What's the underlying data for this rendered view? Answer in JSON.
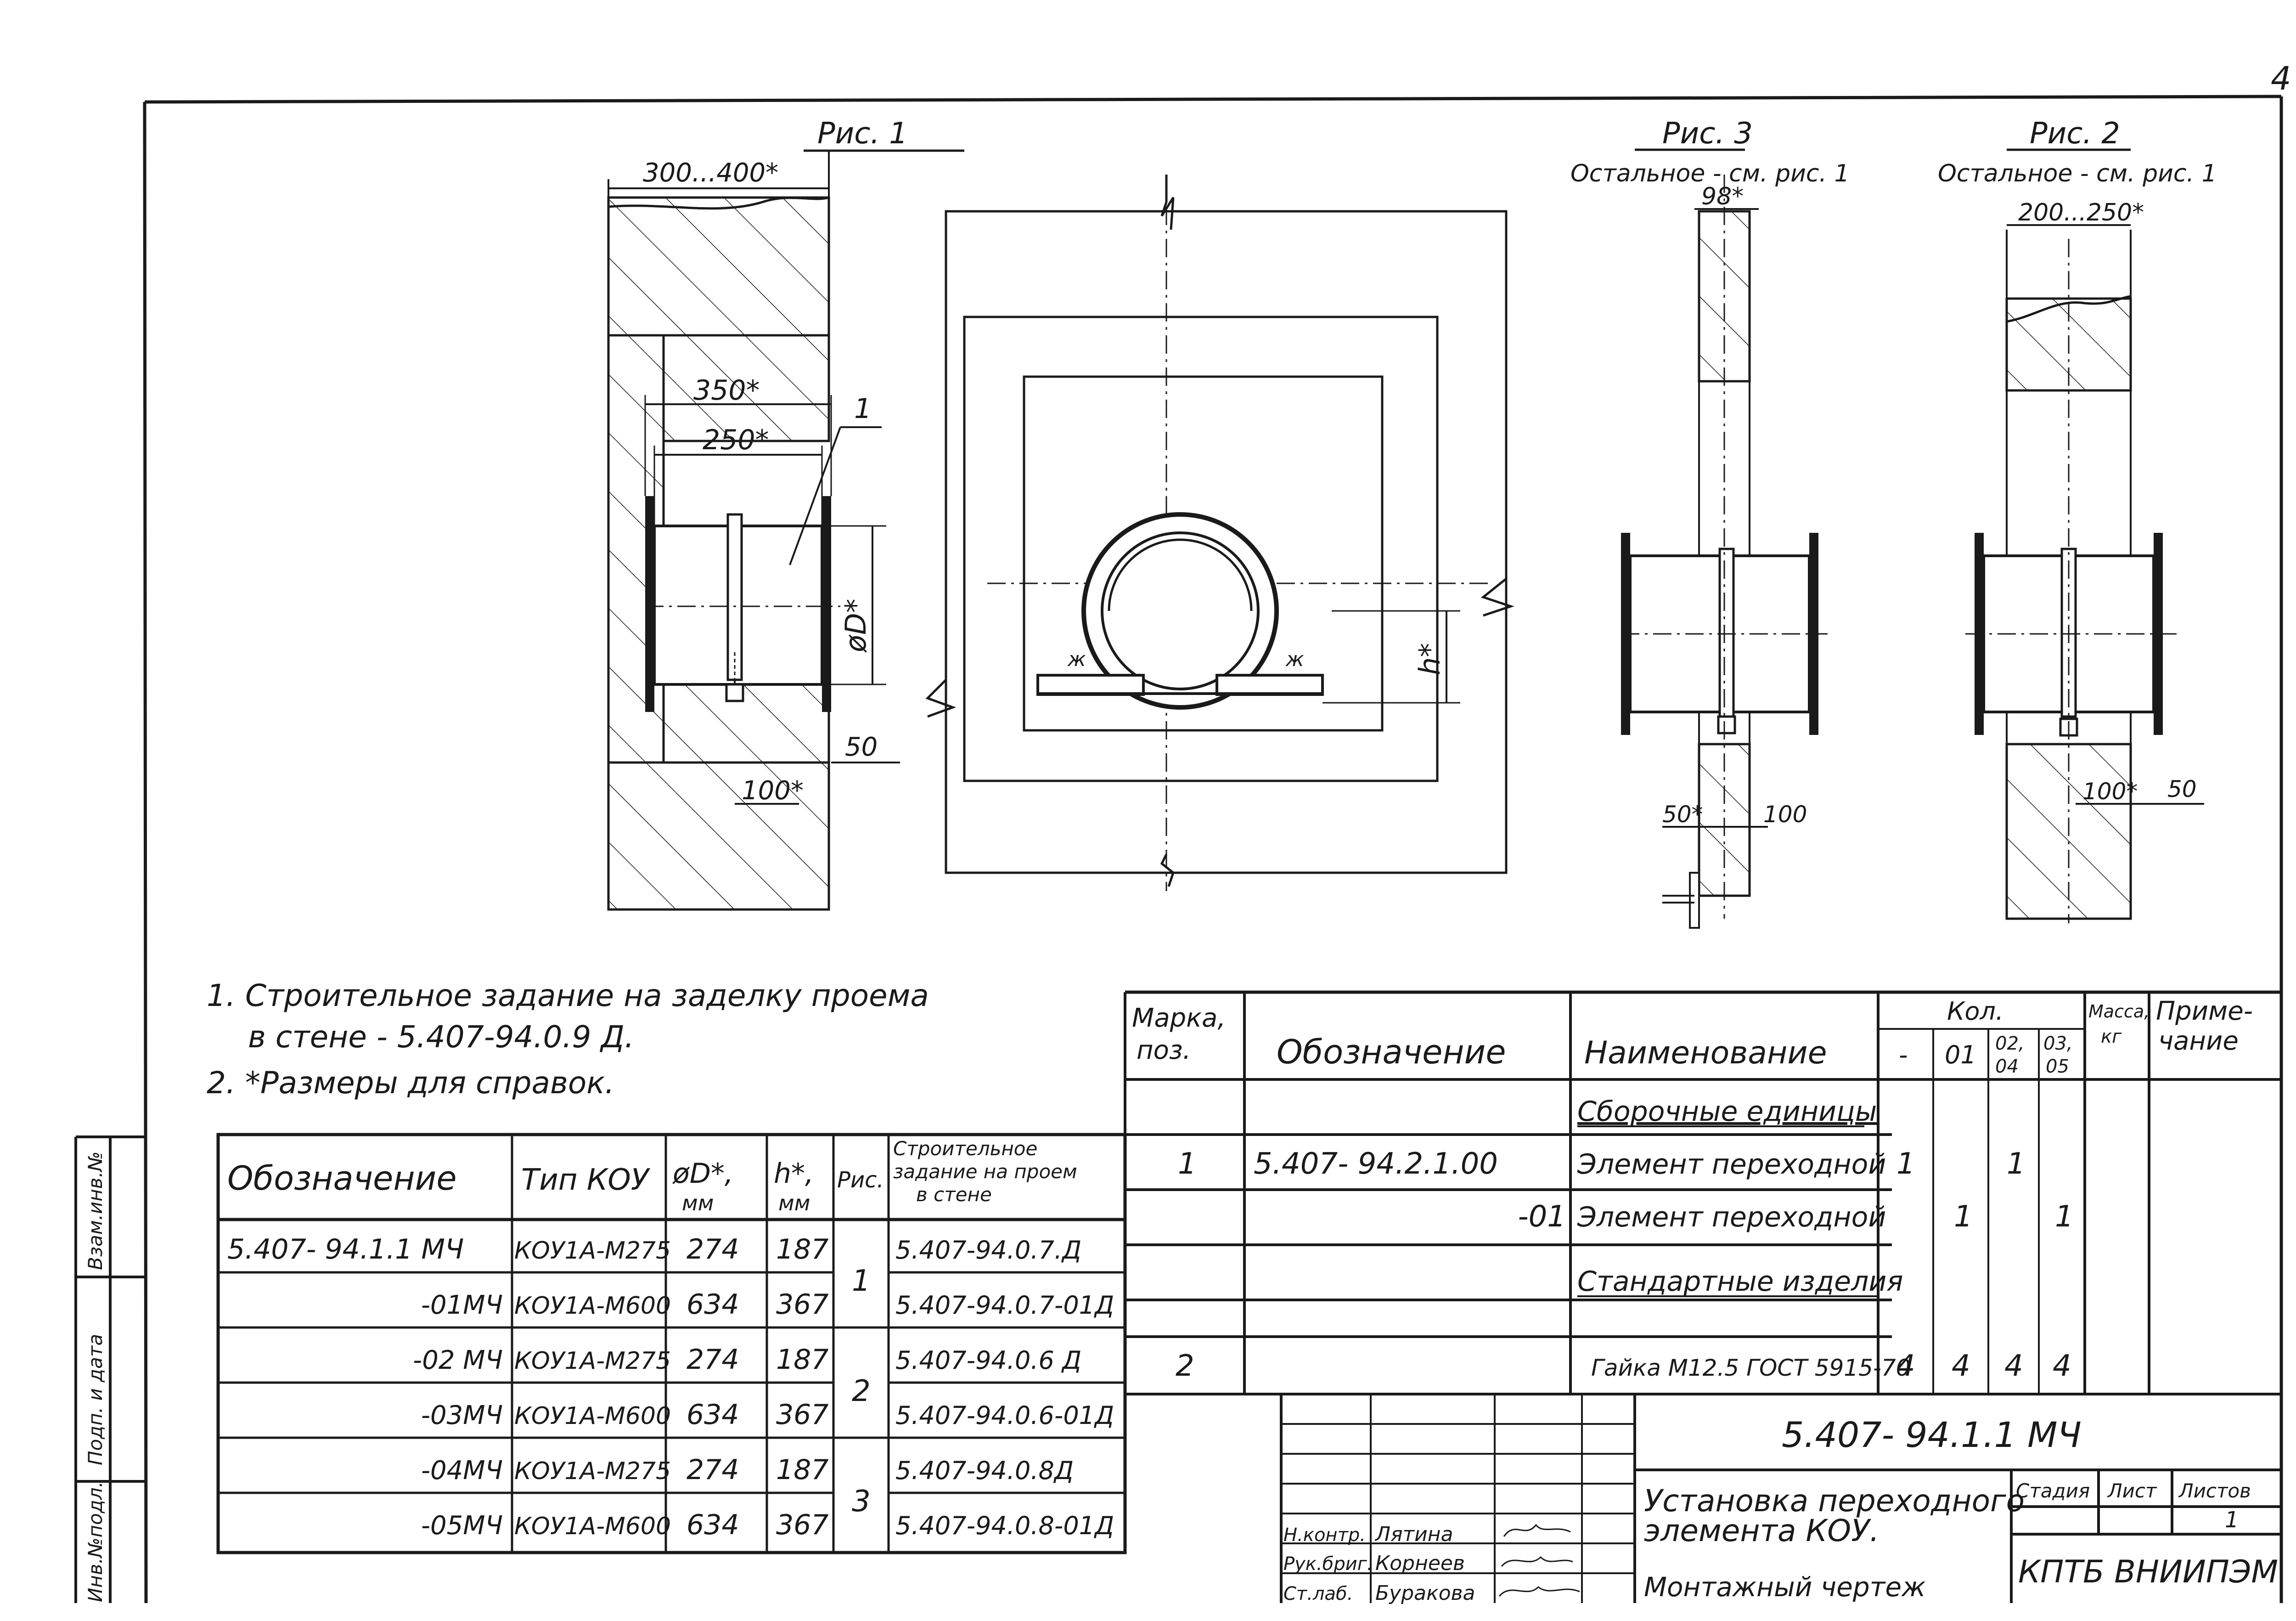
{
  "sheet": {
    "page_number": "4"
  },
  "figures": {
    "fig1": {
      "title": "Рис. 1",
      "dim_wall": "300...400*",
      "dim_350": "350*",
      "dim_250": "250*",
      "dim_pos": "1",
      "dim_D": "øD*",
      "dim_50": "50",
      "dim_100": "100*"
    },
    "center": {
      "dim_h": "h*"
    },
    "fig3": {
      "title": "Рис. 3",
      "note": "Остальное - см. рис. 1",
      "dim_98": "98*",
      "dim_50": "50*",
      "dim_100": "100"
    },
    "fig2": {
      "title": "Рис. 2",
      "note": "Остальное - см. рис. 1",
      "dim_wall": "200...250*",
      "dim_100": "100*",
      "dim_50": "50"
    }
  },
  "notes": {
    "n1a": "1. Строительное задание на заделку проема",
    "n1b": "в стене - 5.407-94.0.9 Д.",
    "n2": "2. *Размеры для справок."
  },
  "left_table": {
    "headers": {
      "oboz": "Обозначение",
      "tip": "Тип КОУ",
      "d": "øD*,",
      "d_unit": "мм",
      "h": "h*,",
      "h_unit": "мм",
      "ris": "Рис.",
      "zad1": "Строительное",
      "zad2": "задание на проем",
      "zad3": "в стене"
    },
    "rows": [
      {
        "oboz": "5.407- 94.1.1 МЧ",
        "tip": "КОУ1А-М275",
        "d": "274",
        "h": "187",
        "zad": "5.407-94.0.7.Д"
      },
      {
        "oboz": "-01МЧ",
        "tip": "КОУ1А-М600",
        "d": "634",
        "h": "367",
        "zad": "5.407-94.0.7-01Д"
      },
      {
        "oboz": "-02 МЧ",
        "tip": "КОУ1А-М275",
        "d": "274",
        "h": "187",
        "zad": "5.407-94.0.6 Д"
      },
      {
        "oboz": "-03МЧ",
        "tip": "КОУ1А-М600",
        "d": "634",
        "h": "367",
        "zad": "5.407-94.0.6-01Д"
      },
      {
        "oboz": "-04МЧ",
        "tip": "КОУ1А-М275",
        "d": "274",
        "h": "187",
        "zad": "5.407-94.0.8Д"
      },
      {
        "oboz": "-05МЧ",
        "tip": "КОУ1А-М600",
        "d": "634",
        "h": "367",
        "zad": "5.407-94.0.8-01Д"
      }
    ],
    "ris": [
      "1",
      "2",
      "3"
    ]
  },
  "spec_table": {
    "headers": {
      "marka1": "Марка,",
      "marka2": "поз.",
      "oboz": "Обозначение",
      "naim": "Наименование",
      "kol": "Кол.",
      "c_dash": "-",
      "c01": "01",
      "c02a": "02,",
      "c02b": "04",
      "c03a": "03,",
      "c03b": "05",
      "massa1": "Масса,",
      "massa2": "кг",
      "prim1": "Приме-",
      "prim2": "чание"
    },
    "section_assembly": "Сборочные единицы",
    "r1": {
      "marka": "1",
      "oboz": "5.407- 94.2.1.00",
      "naim": "Элемент переходной",
      "q_dash": "1",
      "q_0204": "1"
    },
    "r2": {
      "oboz": "-01",
      "naim": "Элемент переходной",
      "q_01": "1",
      "q_0305": "1"
    },
    "section_std": "Стандартные изделия",
    "r3": {
      "marka": "2",
      "naim": "Гайка М12.5 ГОСТ 5915-70",
      "q_dash": "4",
      "q_01": "4",
      "q_0204": "4",
      "q_0305": "4"
    }
  },
  "title_block": {
    "code": "5.407- 94.1.1 МЧ",
    "title1": "Установка переходного",
    "title2": "элемента КОУ.",
    "subtitle": "Монтажный чертеж",
    "stadiya": "Стадия",
    "list": "Лист",
    "listov": "Листов",
    "listov_val": "1",
    "org": "КПТБ ВНИИПЭМ",
    "people": [
      {
        "role": "Н.контр.",
        "name": "Лятина"
      },
      {
        "role": "Рук.бриг.",
        "name": "Корнеев"
      },
      {
        "role": "Ст.лаб.",
        "name": "Буракова"
      }
    ]
  },
  "side_stamp": {
    "s1": "Взам.инв.№",
    "s2": "Подп. и дата",
    "s3": "Инв.№подл."
  }
}
